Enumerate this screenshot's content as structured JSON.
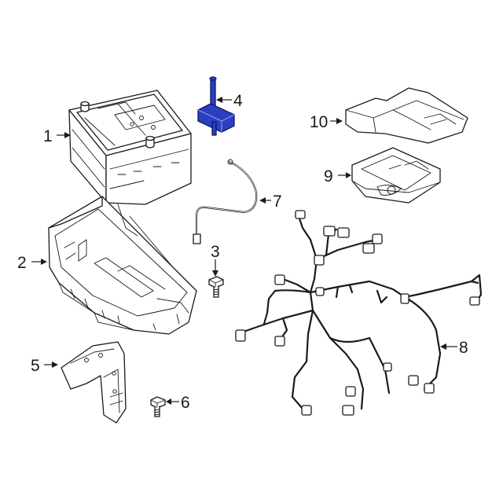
{
  "diagram": {
    "highlight_color": "#2b3fbf",
    "line_color": "#1a1a1a",
    "callouts": [
      {
        "id": "c1",
        "label": "1"
      },
      {
        "id": "c2",
        "label": "2"
      },
      {
        "id": "c3",
        "label": "3"
      },
      {
        "id": "c4",
        "label": "4"
      },
      {
        "id": "c5",
        "label": "5"
      },
      {
        "id": "c6",
        "label": "6"
      },
      {
        "id": "c7",
        "label": "7"
      },
      {
        "id": "c8",
        "label": "8"
      },
      {
        "id": "c9",
        "label": "9"
      },
      {
        "id": "c10",
        "label": "10"
      }
    ],
    "highlighted_part": "4"
  }
}
